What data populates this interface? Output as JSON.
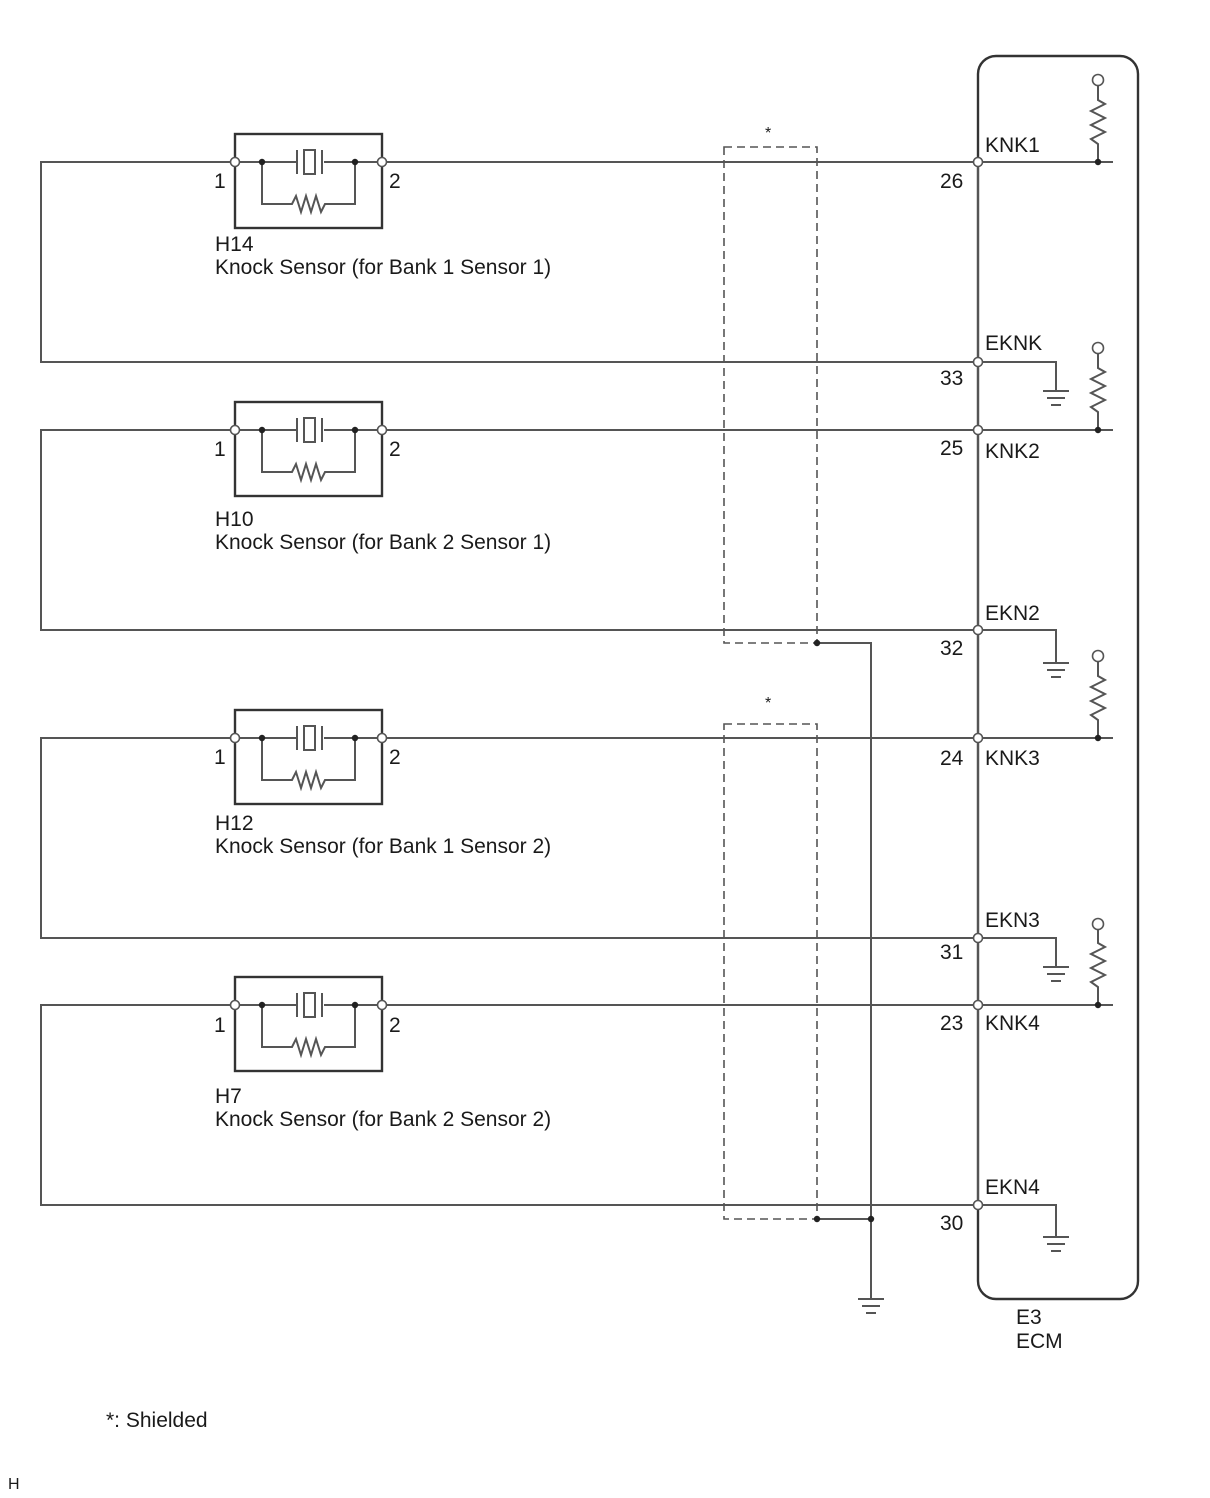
{
  "sensors": [
    {
      "code": "H14",
      "name": "Knock Sensor (for Bank 1 Sensor 1)",
      "pin1": "1",
      "pin2": "2"
    },
    {
      "code": "H10",
      "name": "Knock Sensor (for Bank 2 Sensor 1)",
      "pin1": "1",
      "pin2": "2"
    },
    {
      "code": "H12",
      "name": "Knock Sensor (for Bank 1 Sensor 2)",
      "pin1": "1",
      "pin2": "2"
    },
    {
      "code": "H7",
      "name": "Knock Sensor (for Bank 2 Sensor 2)",
      "pin1": "1",
      "pin2": "2"
    }
  ],
  "ecm": {
    "code": "E3",
    "name": "ECM",
    "terminals": [
      {
        "name": "KNK1",
        "pin": "26"
      },
      {
        "name": "EKNK",
        "pin": "33"
      },
      {
        "name": "KNK2",
        "pin": "25"
      },
      {
        "name": "EKN2",
        "pin": "32"
      },
      {
        "name": "KNK3",
        "pin": "24"
      },
      {
        "name": "EKN3",
        "pin": "31"
      },
      {
        "name": "KNK4",
        "pin": "23"
      },
      {
        "name": "EKN4",
        "pin": "30"
      }
    ]
  },
  "shield_marker": "*",
  "legend": {
    "shielded": "*: Shielded"
  },
  "corner_mark": "H"
}
